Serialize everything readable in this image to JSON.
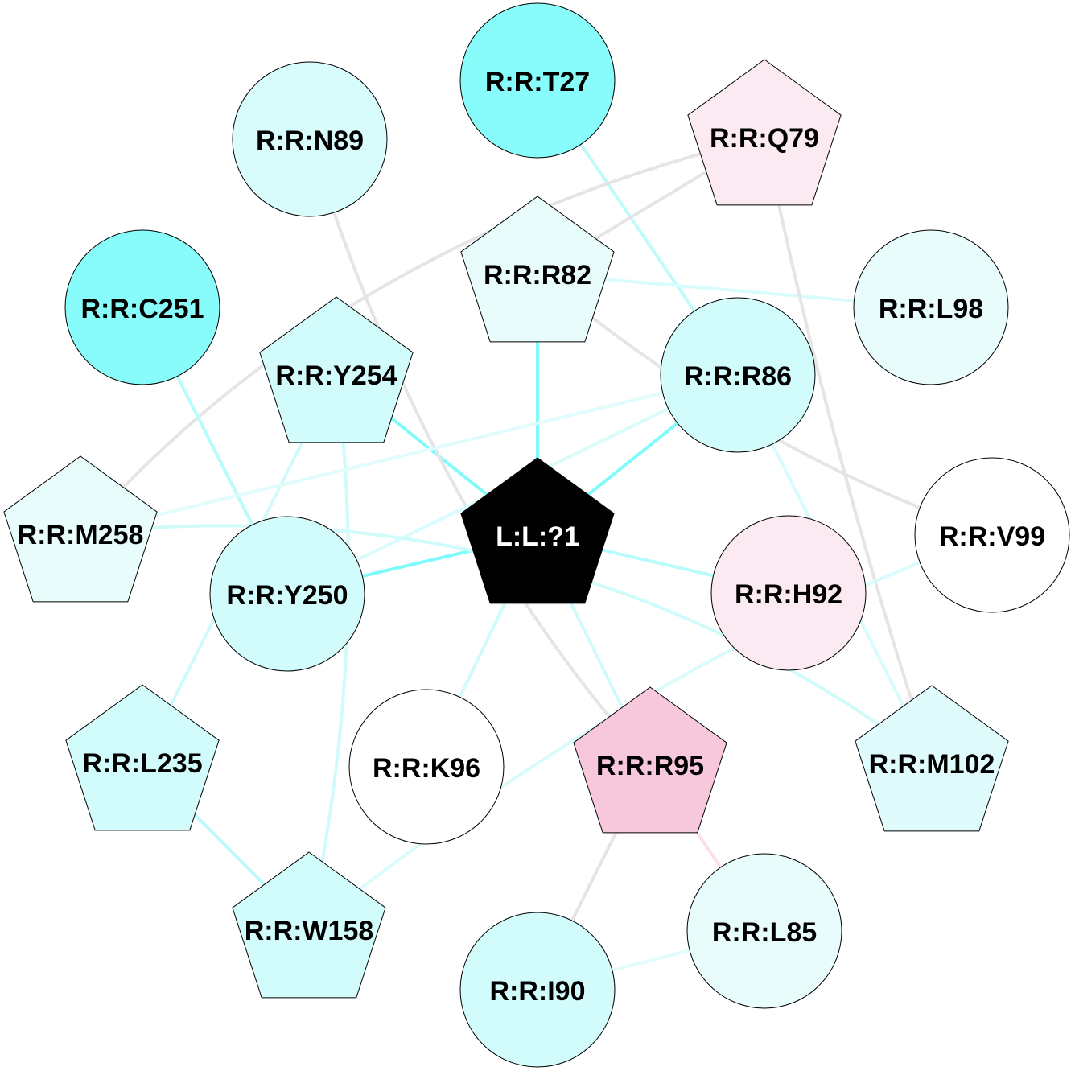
{
  "colors": {
    "cyan_strong": "#7ffbfb",
    "cyan_mid": "#d2fbfb",
    "cyan_light": "#e8fcfc",
    "pink_light": "#fbe8f1",
    "pink_strong": "#f7c8dc",
    "white": "#ffffff",
    "ligand": "#000000",
    "edge_gray": "#e5e5e5",
    "edge_cyan": "#7ffbfb",
    "edge_cyan_light": "#c8fbfb",
    "edge_pink": "#fbe0ea"
  },
  "nodes": [
    {
      "id": "T27",
      "label": "R:R:T27",
      "shape": "circle",
      "fill": "#88fbfb"
    },
    {
      "id": "N89",
      "label": "R:R:N89",
      "shape": "circle",
      "fill": "#d8fcfc"
    },
    {
      "id": "Q79",
      "label": "R:R:Q79",
      "shape": "pentagon",
      "fill": "#fbeaf2"
    },
    {
      "id": "C251",
      "label": "R:R:C251",
      "shape": "circle",
      "fill": "#88fbfb"
    },
    {
      "id": "R82",
      "label": "R:R:R82",
      "shape": "pentagon",
      "fill": "#e8fcfc"
    },
    {
      "id": "L98",
      "label": "R:R:L98",
      "shape": "circle",
      "fill": "#e8fcfc"
    },
    {
      "id": "Y254",
      "label": "R:R:Y254",
      "shape": "pentagon",
      "fill": "#d2fbfb"
    },
    {
      "id": "R86",
      "label": "R:R:R86",
      "shape": "circle",
      "fill": "#d2fbfb"
    },
    {
      "id": "M258",
      "label": "R:R:M258",
      "shape": "pentagon",
      "fill": "#e8fcfc"
    },
    {
      "id": "LIG",
      "label": "L:L:?1",
      "shape": "pentagon",
      "fill": "#000000",
      "text_color": "#ffffff"
    },
    {
      "id": "V99",
      "label": "R:R:V99",
      "shape": "circle",
      "fill": "#ffffff"
    },
    {
      "id": "Y250",
      "label": "R:R:Y250",
      "shape": "circle",
      "fill": "#d2fbfb"
    },
    {
      "id": "H92",
      "label": "R:R:H92",
      "shape": "circle",
      "fill": "#fbeaf2"
    },
    {
      "id": "L235",
      "label": "R:R:L235",
      "shape": "pentagon",
      "fill": "#d2fbfb"
    },
    {
      "id": "K96",
      "label": "R:R:K96",
      "shape": "circle",
      "fill": "#ffffff"
    },
    {
      "id": "R95",
      "label": "R:R:R95",
      "shape": "pentagon",
      "fill": "#f7c8dc"
    },
    {
      "id": "M102",
      "label": "R:R:M102",
      "shape": "pentagon",
      "fill": "#e0fbfb"
    },
    {
      "id": "W158",
      "label": "R:R:W158",
      "shape": "pentagon",
      "fill": "#d2fbfb"
    },
    {
      "id": "L85",
      "label": "R:R:L85",
      "shape": "circle",
      "fill": "#e8fcfc"
    },
    {
      "id": "I90",
      "label": "R:R:I90",
      "shape": "circle",
      "fill": "#d2fbfb"
    }
  ],
  "edges": [
    {
      "from": "LIG",
      "to": "R82",
      "color": "#7ffbfb"
    },
    {
      "from": "LIG",
      "to": "Y254",
      "color": "#7ffbfb"
    },
    {
      "from": "LIG",
      "to": "R86",
      "color": "#7ffbfb"
    },
    {
      "from": "LIG",
      "to": "Y250",
      "color": "#7ffbfb"
    },
    {
      "from": "LIG",
      "to": "H92",
      "color": "#b8fbfb"
    },
    {
      "from": "LIG",
      "to": "K96",
      "color": "#d0fbfb"
    },
    {
      "from": "LIG",
      "to": "R95",
      "color": "#d0fbfb"
    },
    {
      "from": "T27",
      "to": "R86",
      "color": "#c0fbfb"
    },
    {
      "from": "R82",
      "to": "L98",
      "color": "#d8fcfc"
    },
    {
      "from": "R82",
      "to": "Q79",
      "color": "#e5e5e5"
    },
    {
      "from": "R82",
      "to": "V99",
      "color": "#e5e5e5"
    },
    {
      "from": "Q79",
      "to": "M258",
      "color": "#e5e5e5"
    },
    {
      "from": "Q79",
      "to": "M102",
      "color": "#e5e5e5"
    },
    {
      "from": "N89",
      "to": "R95",
      "color": "#e5e5e5"
    },
    {
      "from": "C251",
      "to": "Y250",
      "color": "#b8fbfb"
    },
    {
      "from": "Y254",
      "to": "L235",
      "color": "#d0fbfb"
    },
    {
      "from": "Y254",
      "to": "W158",
      "color": "#d0fbfb"
    },
    {
      "from": "R86",
      "to": "M258",
      "color": "#e0fcfc"
    },
    {
      "from": "R86",
      "to": "Y250",
      "color": "#d8fcfc"
    },
    {
      "from": "R86",
      "to": "M102",
      "color": "#d8fcfc"
    },
    {
      "from": "M258",
      "to": "M102",
      "color": "#d0fbfb"
    },
    {
      "from": "V99",
      "to": "W158",
      "color": "#d8fcfc"
    },
    {
      "from": "L235",
      "to": "W158",
      "color": "#c0fbfb"
    },
    {
      "from": "R95",
      "to": "I90",
      "color": "#e5e5e5"
    },
    {
      "from": "R95",
      "to": "L85",
      "color": "#fbe0ea"
    },
    {
      "from": "L85",
      "to": "I90",
      "color": "#e0fcfc"
    }
  ]
}
